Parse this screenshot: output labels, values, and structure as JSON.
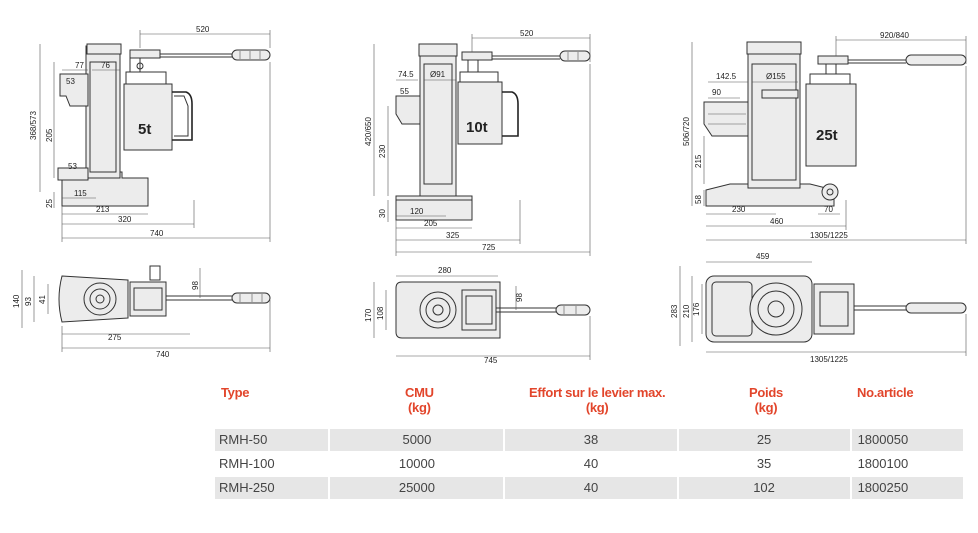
{
  "drawings": {
    "jack_5t": {
      "capacity": "5t",
      "dims": [
        "520",
        "77",
        "76",
        "53",
        "368/573",
        "205",
        "53",
        "25",
        "115",
        "213",
        "320",
        "740"
      ],
      "plan_dims": [
        "98",
        "140",
        "93",
        "41",
        "275",
        "740"
      ]
    },
    "jack_10t": {
      "capacity": "10t",
      "dims": [
        "520",
        "74.5",
        "Ø91",
        "55",
        "420/650",
        "230",
        "30",
        "120",
        "205",
        "325",
        "725"
      ],
      "plan_dims": [
        "280",
        "98",
        "170",
        "108",
        "745"
      ]
    },
    "jack_25t": {
      "capacity": "25t",
      "dims": [
        "920/840",
        "142.5",
        "Ø155",
        "90",
        "506/720",
        "215",
        "58",
        "230",
        "70",
        "460",
        "1305/1225"
      ],
      "plan_dims": [
        "459",
        "283",
        "210",
        "176",
        "1305/1225"
      ]
    }
  },
  "table": {
    "headers": [
      {
        "line1": "Type",
        "line2": ""
      },
      {
        "line1": "CMU",
        "line2": "(kg)"
      },
      {
        "line1": "Effort sur le levier max.",
        "line2": "(kg)"
      },
      {
        "line1": "Poids",
        "line2": "(kg)"
      },
      {
        "line1": "No.article",
        "line2": ""
      }
    ],
    "rows": [
      [
        "RMH-50",
        "5000",
        "38",
        "25",
        "1800050"
      ],
      [
        "RMH-100",
        "10000",
        "40",
        "35",
        "1800100"
      ],
      [
        "RMH-250",
        "25000",
        "40",
        "102",
        "1800250"
      ]
    ]
  },
  "colors": {
    "header": "#e2452b",
    "row_shade": "#e6e6e6"
  }
}
